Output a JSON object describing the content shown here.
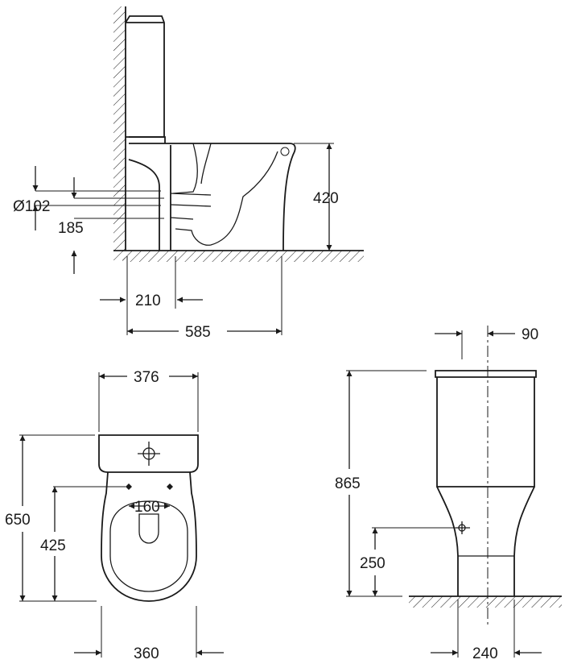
{
  "dimensions": {
    "side_view": {
      "pipe_diameter": "Ø102",
      "outlet_height": "185",
      "rim_height": "420",
      "outlet_wall_distance": "210",
      "overall_depth": "585"
    },
    "top_view": {
      "tank_width": "376",
      "fixing_spacing": "160",
      "overall_length": "650",
      "fixing_distance": "425",
      "bowl_width": "360"
    },
    "front_view": {
      "offset": "90",
      "overall_height": "865",
      "inlet_height": "250",
      "base_width": "240"
    }
  }
}
